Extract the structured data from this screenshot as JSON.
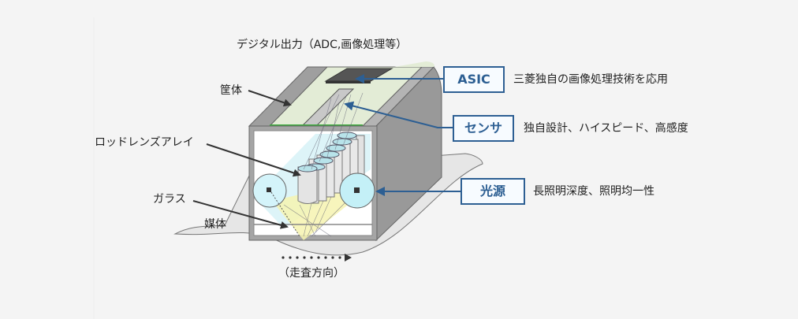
{
  "diagram": {
    "title": "デジタル出力（ADC,画像処理等）",
    "labels": {
      "housing": "筐体",
      "rod_lens_array": "ロッドレンズアレイ",
      "glass": "ガラス",
      "medium": "媒体",
      "scan_direction": "（走査方向）"
    },
    "callouts": [
      {
        "id": "asic",
        "label": "ASIC",
        "description": "三菱独自の画像処理技術を応用"
      },
      {
        "id": "sensor",
        "label": "センサ",
        "description": "独自設計、ハイスピード、高感度"
      },
      {
        "id": "light_source",
        "label": "光源",
        "description": "長照明深度、照明均一性"
      }
    ],
    "colors": {
      "accent": "#2d5f93",
      "housing_gray": "#a9a9a9",
      "housing_dark": "#8f8f8f",
      "board_green": "#e3ecd6",
      "strip_green": "#3faa3f",
      "lens_cyan": "#b8e3ea",
      "light_yellow": "#f6f3b0",
      "background": "#f4f4f4"
    }
  }
}
